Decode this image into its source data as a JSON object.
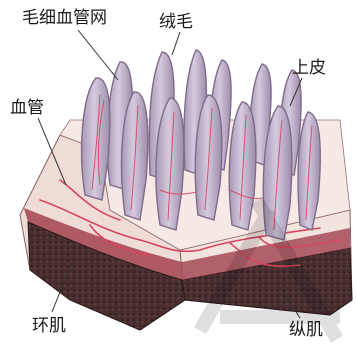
{
  "labels": {
    "capillary_network": "毛细血管网",
    "villus": "绒毛",
    "epithelium": "上皮",
    "blood_vessel": "血管",
    "circular_muscle": "环肌",
    "longitudinal_muscle": "纵肌"
  },
  "colors": {
    "villus_fill": "#c4b9cf",
    "villus_edge": "#7e6c8a",
    "vessel": "#d9455e",
    "tissue": "#f3e2de",
    "tissue_edge": "#b58a8a",
    "muscle_dark": "#3a2a2a",
    "muscle_mid": "#7a4a4a",
    "muscle_band": "#a14c5a"
  },
  "watermark": "logo-watermark"
}
